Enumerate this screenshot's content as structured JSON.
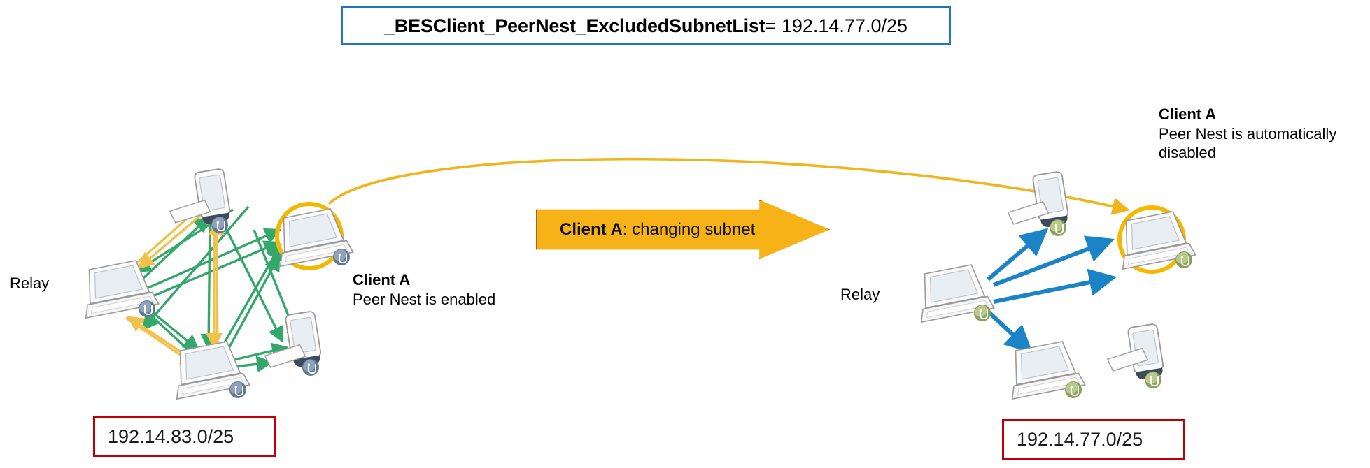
{
  "title": {
    "key": "_BESClient_PeerNest_ExcludedSubnetList",
    "separator_value": " = 192.14.77.0/25",
    "border_color": "#1f76b8"
  },
  "banner": {
    "strong": "Client A",
    "rest": ": changing subnet",
    "fill_color": "#f7b217",
    "border_color": "#a9621a"
  },
  "left_cluster": {
    "relay_label": "Relay",
    "subnet": "192.14.83.0/25",
    "subnet_border_color": "#c00000",
    "client": {
      "title": "Client A",
      "detail": "Peer Nest is enabled",
      "highlight_color": "#f5b800"
    },
    "link_colors": {
      "peer": "#34a86b",
      "relay": "#f2c14b"
    }
  },
  "right_cluster": {
    "relay_label": "Relay",
    "subnet": "192.14.77.0/25",
    "subnet_border_color": "#c00000",
    "client": {
      "title": "Client A",
      "detail_line1": "Peer Nest is automatically",
      "detail_line2": "disabled",
      "highlight_color": "#f5b800"
    },
    "link_colors": {
      "relay": "#1b84c6"
    }
  },
  "migration_arrow": {
    "color": "#f0b41c"
  }
}
